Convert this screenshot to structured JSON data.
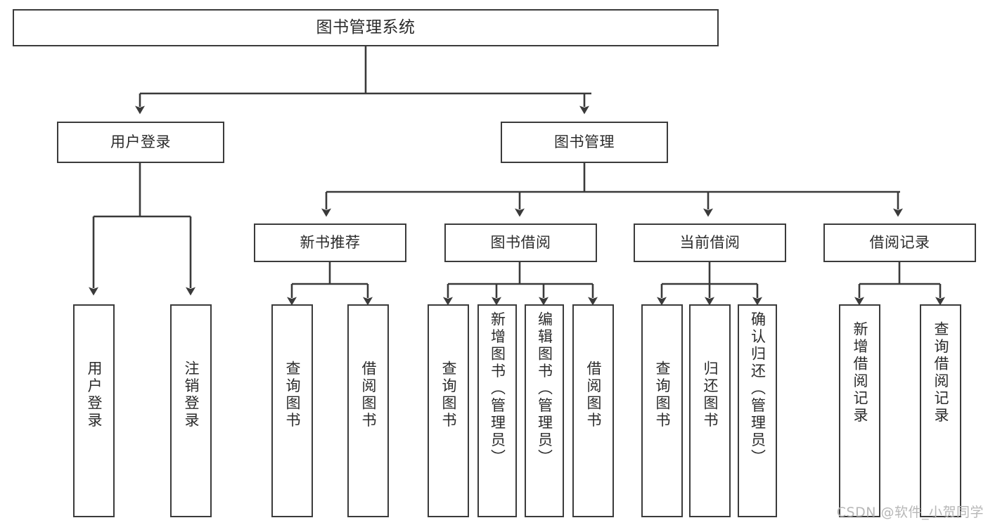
{
  "diagram": {
    "type": "tree-hierarchy",
    "title": "图书管理系统",
    "orientation": "top-down",
    "colors": {
      "background": "#ffffff",
      "box_border": "#3b3b3b",
      "box_fill": "#ffffff",
      "connector": "#3a3a3a",
      "text": "#2b2b2b",
      "watermark": "#b7b7b7"
    }
  },
  "root": {
    "label": "图书管理系统"
  },
  "level2": [
    {
      "id": "user-login",
      "label": "用户登录"
    },
    {
      "id": "book-manage",
      "label": "图书管理"
    }
  ],
  "level3": [
    {
      "id": "new-book-recommend",
      "label": "新书推荐",
      "parent": "book-manage"
    },
    {
      "id": "book-borrow",
      "label": "图书借阅",
      "parent": "book-manage"
    },
    {
      "id": "current-borrow",
      "label": "当前借阅",
      "parent": "book-manage"
    },
    {
      "id": "borrow-record",
      "label": "借阅记录",
      "parent": "book-manage"
    }
  ],
  "leaves": {
    "user_login": [
      {
        "id": "leaf-user-login",
        "label": "用户登录"
      },
      {
        "id": "leaf-user-logout",
        "label": "注销登录"
      }
    ],
    "new_book_recommend": [
      {
        "id": "leaf-query-book-1",
        "label": "查询图书"
      },
      {
        "id": "leaf-borrow-book-1",
        "label": "借阅图书"
      }
    ],
    "book_borrow": [
      {
        "id": "leaf-query-book-2",
        "label": "查询图书"
      },
      {
        "id": "leaf-add-book",
        "label": "新增图书（管理员）"
      },
      {
        "id": "leaf-edit-book",
        "label": "编辑图书（管理员）"
      },
      {
        "id": "leaf-borrow-book-2",
        "label": "借阅图书"
      }
    ],
    "current_borrow": [
      {
        "id": "leaf-query-book-3",
        "label": "查询图书"
      },
      {
        "id": "leaf-return-book",
        "label": "归还图书"
      },
      {
        "id": "leaf-confirm-return",
        "label": "确认归还（管理员）"
      }
    ],
    "borrow_record": [
      {
        "id": "leaf-add-record",
        "label": "新增借阅记录"
      },
      {
        "id": "leaf-query-record",
        "label": "查询借阅记录"
      }
    ]
  },
  "watermark": {
    "text": "CSDN @软件_小贺同学"
  }
}
